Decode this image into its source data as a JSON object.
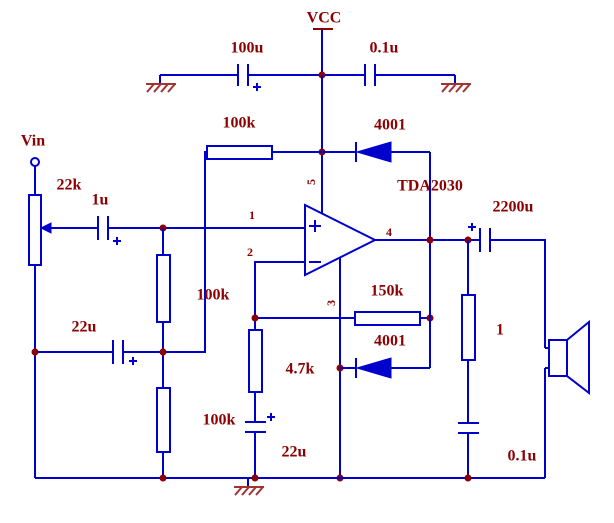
{
  "schematic": {
    "power": {
      "vcc_label": "VCC",
      "filter_cap_large": "100u",
      "filter_cap_small": "0.1u"
    },
    "input": {
      "source_label": "Vin",
      "volume_pot": "22k",
      "coupling_cap": "1u"
    },
    "bias": {
      "resistor_top": "100k",
      "resistor_middle": "100k",
      "resistor_bottom": "100k",
      "bypass_cap": "22u"
    },
    "ic": {
      "part_number": "TDA2030",
      "pin_noninverting": "1",
      "pin_inverting": "2",
      "pin_ground": "3",
      "pin_output": "4",
      "pin_supply": "5"
    },
    "protection": {
      "diode_upper": "4001",
      "diode_lower": "4001"
    },
    "feedback": {
      "resistor_feedback": "150k",
      "resistor_gain": "4.7k",
      "gain_cap": "22u"
    },
    "output": {
      "coupling_cap": "2200u",
      "zobel_resistor": "1",
      "zobel_cap": "0.1u"
    }
  },
  "colors": {
    "wire_blue": "#0000CC",
    "label_maroon": "#8B0000",
    "ground_red": "#A03434",
    "background": "#FFFFFF"
  }
}
